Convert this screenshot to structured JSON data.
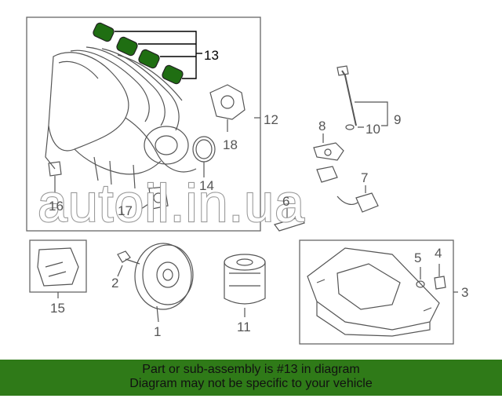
{
  "callouts": {
    "c1": "1",
    "c2": "2",
    "c3": "3",
    "c4": "4",
    "c5": "5",
    "c6": "6",
    "c7": "7",
    "c8": "8",
    "c9": "9",
    "c10": "10",
    "c11": "11",
    "c12": "12",
    "c13": "13",
    "c14": "14",
    "c15": "15",
    "c16": "16",
    "c17": "17",
    "c18": "18"
  },
  "highlighted_part": "13",
  "watermark": "autoil.in.ua",
  "banner": {
    "line1": "Part or sub-assembly is #13 in diagram",
    "line2": "Diagram may not be specific to your vehicle"
  },
  "colors": {
    "highlight": "#1f6e12",
    "banner_bg": "#2f7a18",
    "line": "#555555"
  }
}
